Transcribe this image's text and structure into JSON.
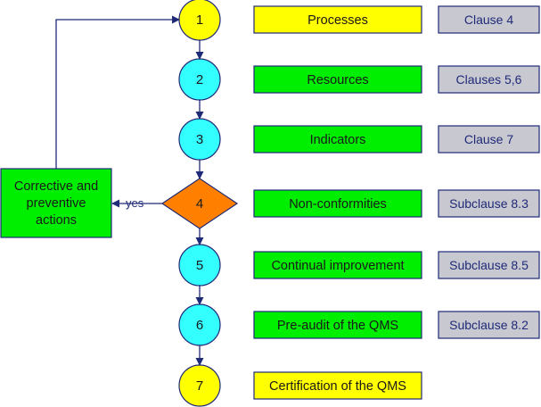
{
  "colors": {
    "yellow": "#FFFF00",
    "cyan": "#33FFFF",
    "green": "#00EE00",
    "orange": "#FF8000",
    "gray": "#C8C8D0",
    "stroke": "#1F2A78"
  },
  "steps": [
    {
      "number": "1",
      "shape": "circle",
      "fill": "yellow",
      "label": "Processes",
      "label_fill": "yellow",
      "clause": "Clause 4"
    },
    {
      "number": "2",
      "shape": "circle",
      "fill": "cyan",
      "label": "Resources",
      "label_fill": "green",
      "clause": "Clauses 5,6"
    },
    {
      "number": "3",
      "shape": "circle",
      "fill": "cyan",
      "label": "Indicators",
      "label_fill": "green",
      "clause": "Clause 7"
    },
    {
      "number": "4",
      "shape": "diamond",
      "fill": "orange",
      "label": "Non-conformities",
      "label_fill": "green",
      "clause": "Subclause 8.3"
    },
    {
      "number": "5",
      "shape": "circle",
      "fill": "cyan",
      "label": "Continual improvement",
      "label_fill": "green",
      "clause": "Subclause 8.5"
    },
    {
      "number": "6",
      "shape": "circle",
      "fill": "cyan",
      "label": "Pre-audit of the QMS",
      "label_fill": "green",
      "clause": "Subclause 8.2"
    },
    {
      "number": "7",
      "shape": "circle",
      "fill": "yellow",
      "label": "Certification of the QMS",
      "label_fill": "yellow",
      "clause": ""
    }
  ],
  "side_box": {
    "lines": [
      "Corrective and",
      "preventive",
      "actions"
    ],
    "fill": "green"
  },
  "yes_label": "yes"
}
